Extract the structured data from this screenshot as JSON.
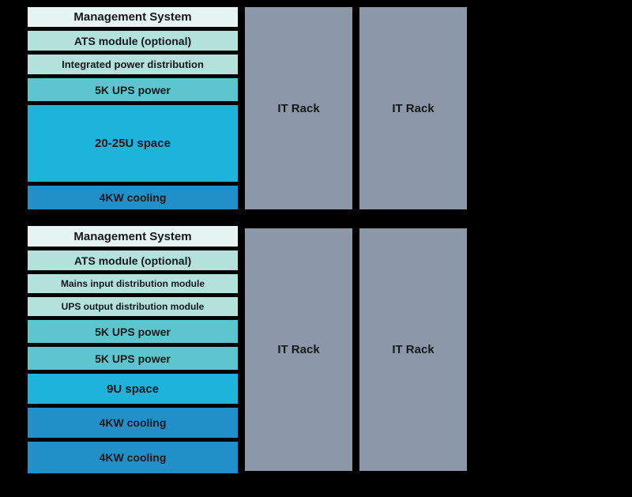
{
  "background": "#000000",
  "text_color": "#14181c",
  "colors": {
    "mint": "#e7f5f2",
    "light_teal": "#b2e2da",
    "medium_teal": "#5cc5ce",
    "cyan": "#1eb3db",
    "blue": "#2190c8",
    "rack_gray": "#8c98a8"
  },
  "diagrams": [
    {
      "stack": [
        {
          "label": "Management System"
        },
        {
          "label": "ATS module (optional)"
        },
        {
          "label": "Integrated power distribution"
        },
        {
          "label": "5K UPS power"
        },
        {
          "label": "20-25U space"
        },
        {
          "label": "4KW cooling"
        }
      ],
      "racks": [
        {
          "label": "IT Rack"
        },
        {
          "label": "IT Rack"
        }
      ]
    },
    {
      "stack": [
        {
          "label": "Management System"
        },
        {
          "label": "ATS module (optional)"
        },
        {
          "label": "Mains input distribution module"
        },
        {
          "label": "UPS output distribution module"
        },
        {
          "label": "5K UPS power"
        },
        {
          "label": "5K UPS power"
        },
        {
          "label": "9U space"
        },
        {
          "label": "4KW cooling"
        },
        {
          "label": "4KW cooling"
        }
      ],
      "racks": [
        {
          "label": "IT Rack"
        },
        {
          "label": "IT Rack"
        }
      ]
    }
  ]
}
